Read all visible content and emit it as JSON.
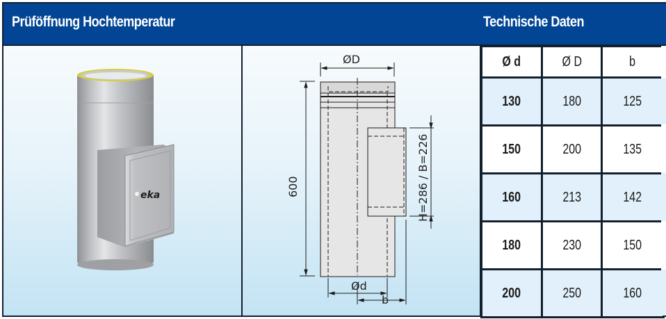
{
  "header": {
    "title_left": "Prüföffnung Hochtemperatur",
    "title_right": "Technische Daten"
  },
  "colors": {
    "header_blue": "#024595",
    "row_shade": "#e1f0fa",
    "border": "#12202e"
  },
  "photo": {
    "brand_label": "eka",
    "description": "stainless steel chimney pipe section with inspection door"
  },
  "drawing": {
    "label_outer_diameter": "ØD",
    "label_inner_diameter": "Ød",
    "label_height_total": "600",
    "label_door_size": "H=286 / B=226",
    "label_b": "b"
  },
  "table": {
    "columns": [
      "Ø d",
      "Ø D",
      "b"
    ],
    "rows": [
      {
        "d": "130",
        "D": "180",
        "b": "125"
      },
      {
        "d": "150",
        "D": "200",
        "b": "135"
      },
      {
        "d": "160",
        "D": "213",
        "b": "142"
      },
      {
        "d": "180",
        "D": "230",
        "b": "150"
      },
      {
        "d": "200",
        "D": "250",
        "b": "160"
      }
    ]
  }
}
